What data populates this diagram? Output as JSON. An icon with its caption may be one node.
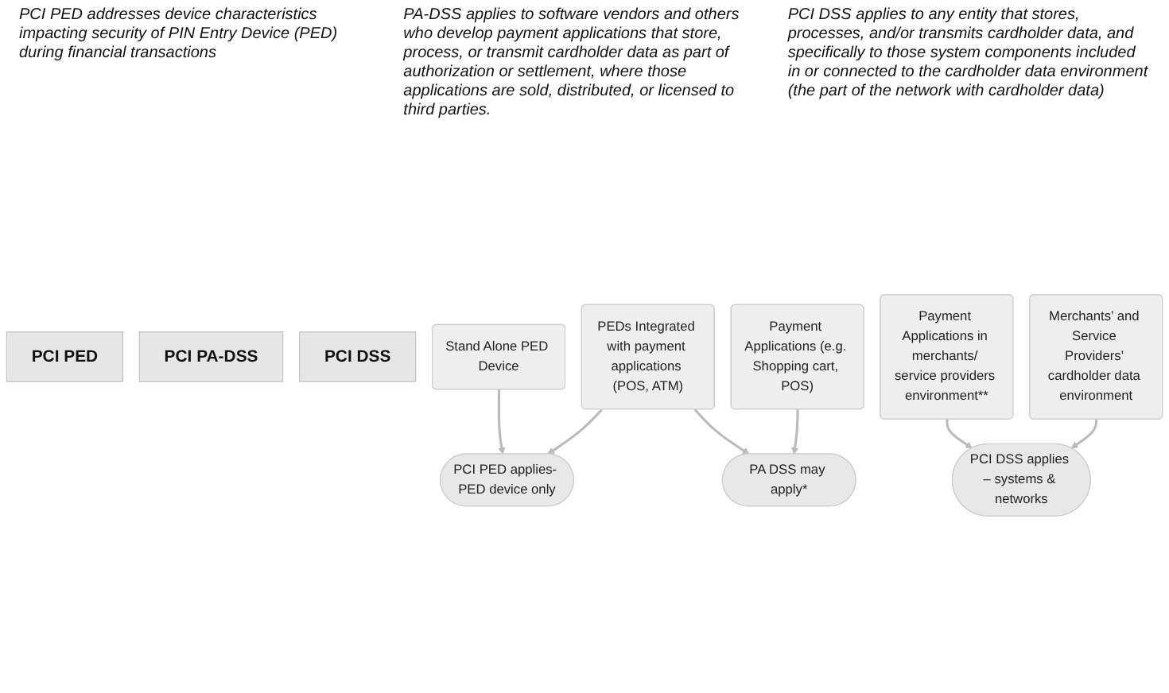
{
  "diagram": {
    "nodes": [
      {
        "text": [
          "PCI PED"
        ]
      },
      {
        "text": [
          "PCI PA-DSS"
        ]
      },
      {
        "text": [
          "PCI DSS"
        ]
      },
      {
        "text": [
          "Stand Alone PED Device"
        ]
      },
      {
        "text": [
          "PEDs Integrated with payment applications (POS, ATM)"
        ]
      },
      {
        "text": [
          "Payment Applications (e.g. Shopping cart, POS)"
        ]
      },
      {
        "text": [
          "Payment Applications in merchants/ service providers environment**"
        ]
      },
      {
        "text": [
          "Merchants’ and Service Providers’ cardholder data environment"
        ]
      },
      {
        "text": [
          "PCI PED applies- PED device only"
        ]
      },
      {
        "text": [
          "PA DSS may apply*"
        ]
      },
      {
        "text": [
          "PCI DSS applies – systems & networks"
        ]
      }
    ],
    "edges": [
      {
        "from": 3,
        "to": 8,
        "arrow": "to"
      },
      {
        "from": 4,
        "to": 8,
        "arrow": "to"
      },
      {
        "from": 4,
        "to": 9,
        "arrow": "to"
      },
      {
        "from": 5,
        "to": 9,
        "arrow": "to"
      },
      {
        "from": 6,
        "to": 10,
        "arrow": "to"
      },
      {
        "from": 7,
        "to": 10,
        "arrow": "to"
      }
    ],
    "labels": [
      "PCI PED addresses device characteristics impacting security of PIN Entry Device (PED) during financial transactions",
      "PA-DSS applies to software vendors and others who develop payment applications that store, process, or transmit cardholder data as part of authorization or settlement, where those applications are sold, distributed, or licensed to third parties.",
      "PCI DSS applies to any entity that stores, processes, and/or transmits cardholder data, and specifically to those system components included in or connected to the cardholder data environment (the part of the network with cardholder data)"
    ]
  }
}
